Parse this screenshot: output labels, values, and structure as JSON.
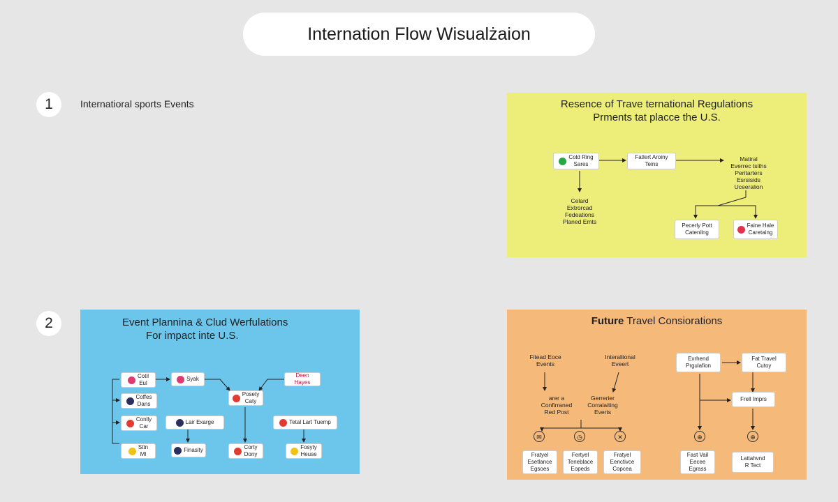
{
  "header": {
    "title": "Internation Flow Wisualżaion"
  },
  "section1": {
    "number": "1",
    "label": "Internatioral sports Events"
  },
  "section2": {
    "number": "2"
  },
  "yellow_panel": {
    "color": "#eded7a",
    "title_line1": "Resence of Trave ternational Regulations",
    "title_line2": "Prments tat placce the U.S.",
    "nodes": {
      "n1": "Cold Ring\nSares",
      "n2": "Fatlert Aroiny\nTeins",
      "n3": "Matiral\nEverrec tsiths\nPeritarters\nEsrsisids\nUceeralion",
      "n4": "Celard\nExtrorcad\nFedeations\nPlaned Emts",
      "n5": "Pecerly Pott\nCatenilng",
      "n6": "Faine Hale\nCaretaing"
    },
    "icon_colors": {
      "green": "#27a744",
      "red": "#e0334d"
    }
  },
  "blue_panel": {
    "color": "#6cc6ec",
    "title_line1": "Event Plannina & Clud Werfulations",
    "title_line2": "For impact inte U.S.",
    "nodes": {
      "b1": "Cotil\nEul",
      "b2": "Syak",
      "b3": "Posety\nCaty",
      "b4": "Deen Hayes",
      "b5": "Coffes\nDans",
      "b6": "Conlly\nCar",
      "b7": "Lair Exarge",
      "b8": "Tetal  Lart Tuemp",
      "b9": "Sttn\nMl",
      "b10": "Finasity",
      "b11": "Corty\nDony",
      "b12": "Fosyty\nHeuse"
    },
    "icon_colors": {
      "pink": "#e23a6e",
      "red": "#e23b2f",
      "yellow": "#f2c21b",
      "navy": "#2a2f5e"
    }
  },
  "orange_panel": {
    "color": "#f5b97a",
    "title_bold": "Future",
    "title_rest": " Travel Consiorations",
    "nodes": {
      "o1": "Fitead Eoce\nEvents",
      "o2": "Interaliional\nEveert",
      "o3": "Exrhend\nPrgulafion",
      "o4": "Fat Travel\nCutoy",
      "o5": "arer a\nConfirraned\nRed Post",
      "o6": "Gerrerier\nCorralaiting\nEverts",
      "o7": "Frell Imprs",
      "o8": "Fratyel\nEsetlance\nEgsoes",
      "o9": "Fertyel\nTeneblace\nEopeds",
      "o10": "Fratyel\nEenctivce\nCopcea",
      "o11": "Fast Vail\nEecee\nEgrass",
      "o12": "Lattahvnd\nR Tect"
    }
  }
}
